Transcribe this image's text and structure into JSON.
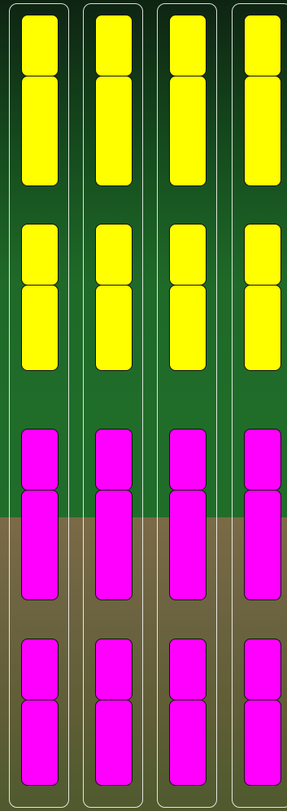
{
  "app": {
    "colors": {
      "top_band": "#ffff00",
      "bottom_band": "#ff00ff",
      "column_outline": "#ffffff",
      "background_top": "#1f6a28"
    }
  },
  "columns": [
    {
      "id": "col-1"
    },
    {
      "id": "col-2"
    },
    {
      "id": "col-3"
    },
    {
      "id": "col-4"
    }
  ]
}
